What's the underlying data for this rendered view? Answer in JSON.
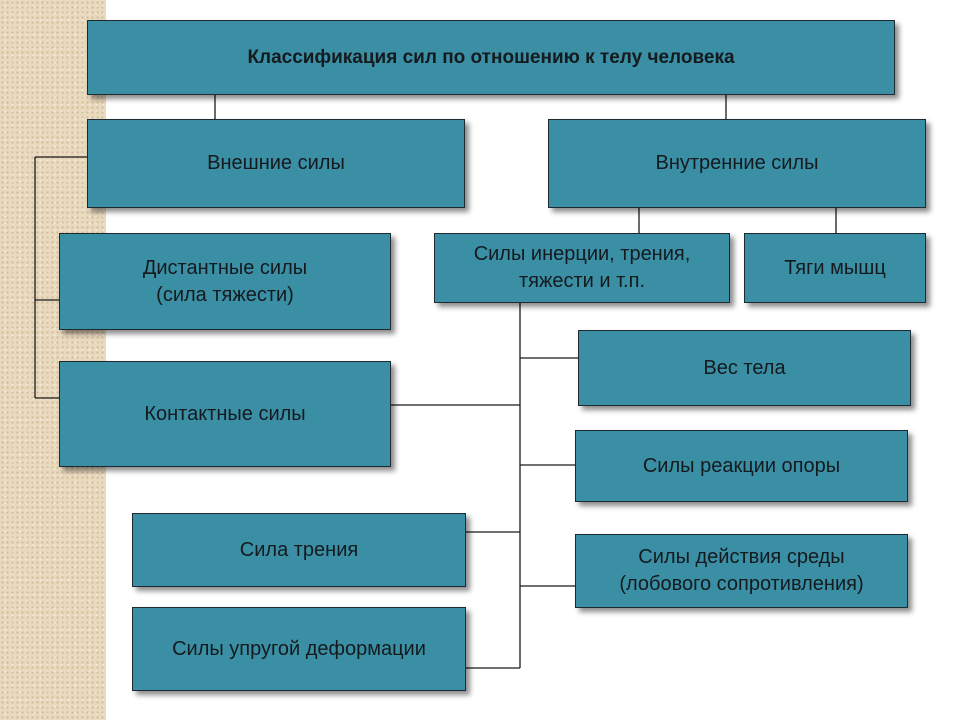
{
  "diagram": {
    "title": "Классификация сил по отношению к телу человека",
    "external": "Внешние силы",
    "internal": "Внутренние силы",
    "distant_line1": "Дистантные силы",
    "distant_line2": "(сила тяжести)",
    "contact": "Контактные силы",
    "inertia_line1": "Силы инерции, трения,",
    "inertia_line2": "тяжести и т.п.",
    "muscle": "Тяги мышц",
    "weight": "Вес тела",
    "support": "Силы реакции опоры",
    "friction": "Сила трения",
    "medium_line1": "Силы действия среды",
    "medium_line2": "(лобового сопротивления)",
    "elastic": "Силы упругой деформации"
  },
  "colors": {
    "box_fill": "#3a8fa5",
    "box_border": "#1e2a30",
    "text": "#141a1e",
    "stripe": "#e9d9bd"
  }
}
